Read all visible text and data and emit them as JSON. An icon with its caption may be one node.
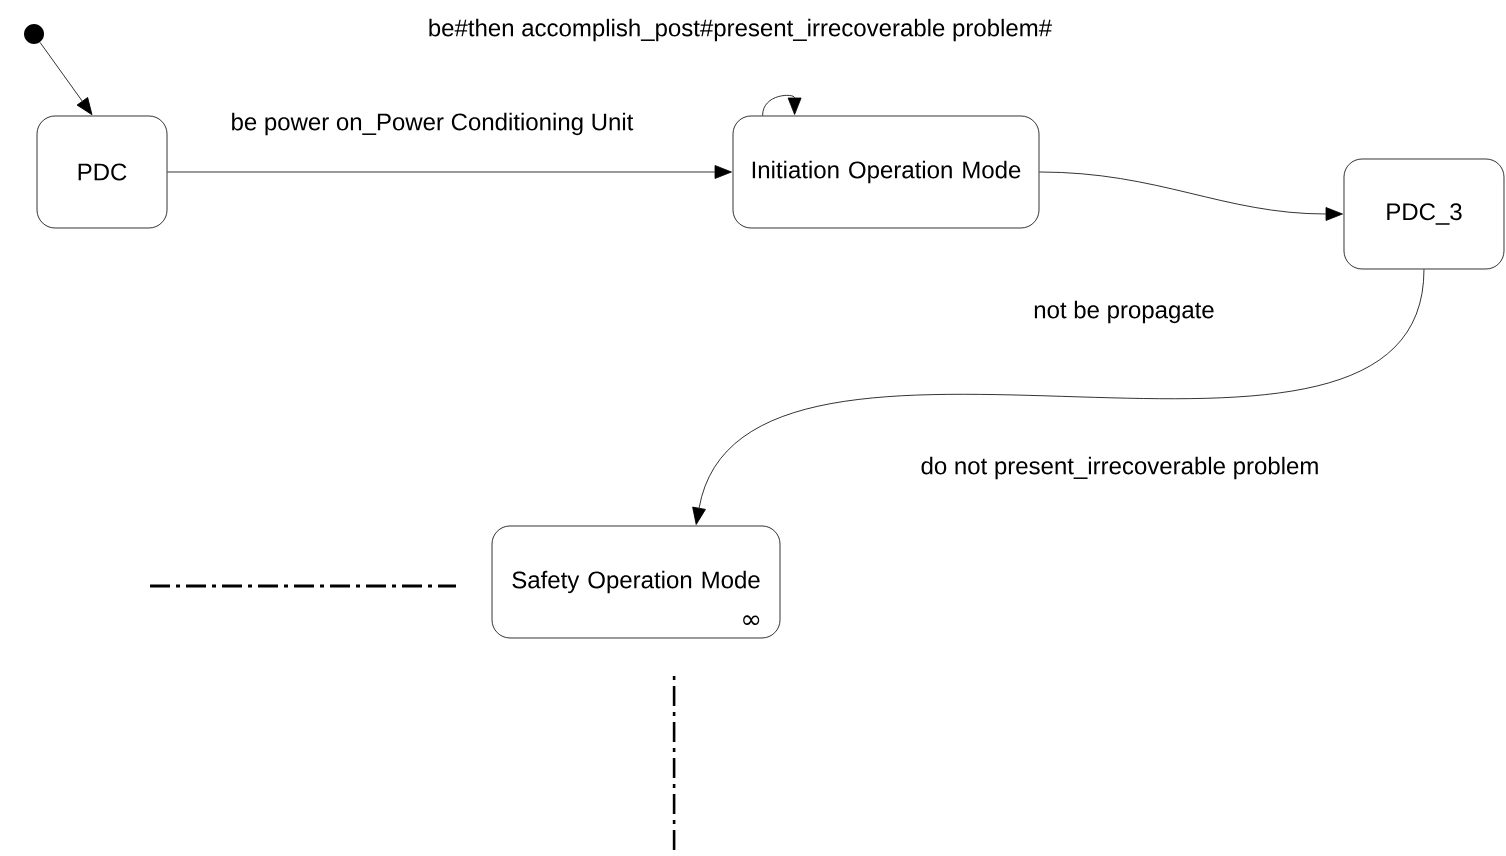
{
  "diagram": {
    "nodes": [
      {
        "text": [],
        "shape": "circle"
      },
      {
        "text": [
          "PDC"
        ]
      },
      {
        "text": [
          "Initiation Operation Mode"
        ]
      },
      {
        "text": [
          "PDC_3"
        ]
      },
      {
        "text": [
          "Safety Operation Mode",
          "∞"
        ]
      }
    ],
    "edges": [
      {
        "from": 0,
        "to": 1,
        "arrow": "to"
      },
      {
        "from": 1,
        "to": 2,
        "arrow": "to",
        "label": "be power on_Power Conditioning Unit"
      },
      {
        "from": 2,
        "to": 2,
        "arrow": "to",
        "label": "be#then accomplish_post#present_irrecoverable problem#"
      },
      {
        "from": 2,
        "to": 3,
        "arrow": "to",
        "label": "not be propagate"
      },
      {
        "from": 3,
        "to": 4,
        "arrow": "to",
        "label": "do not present_irrecoverable problem"
      }
    ]
  }
}
